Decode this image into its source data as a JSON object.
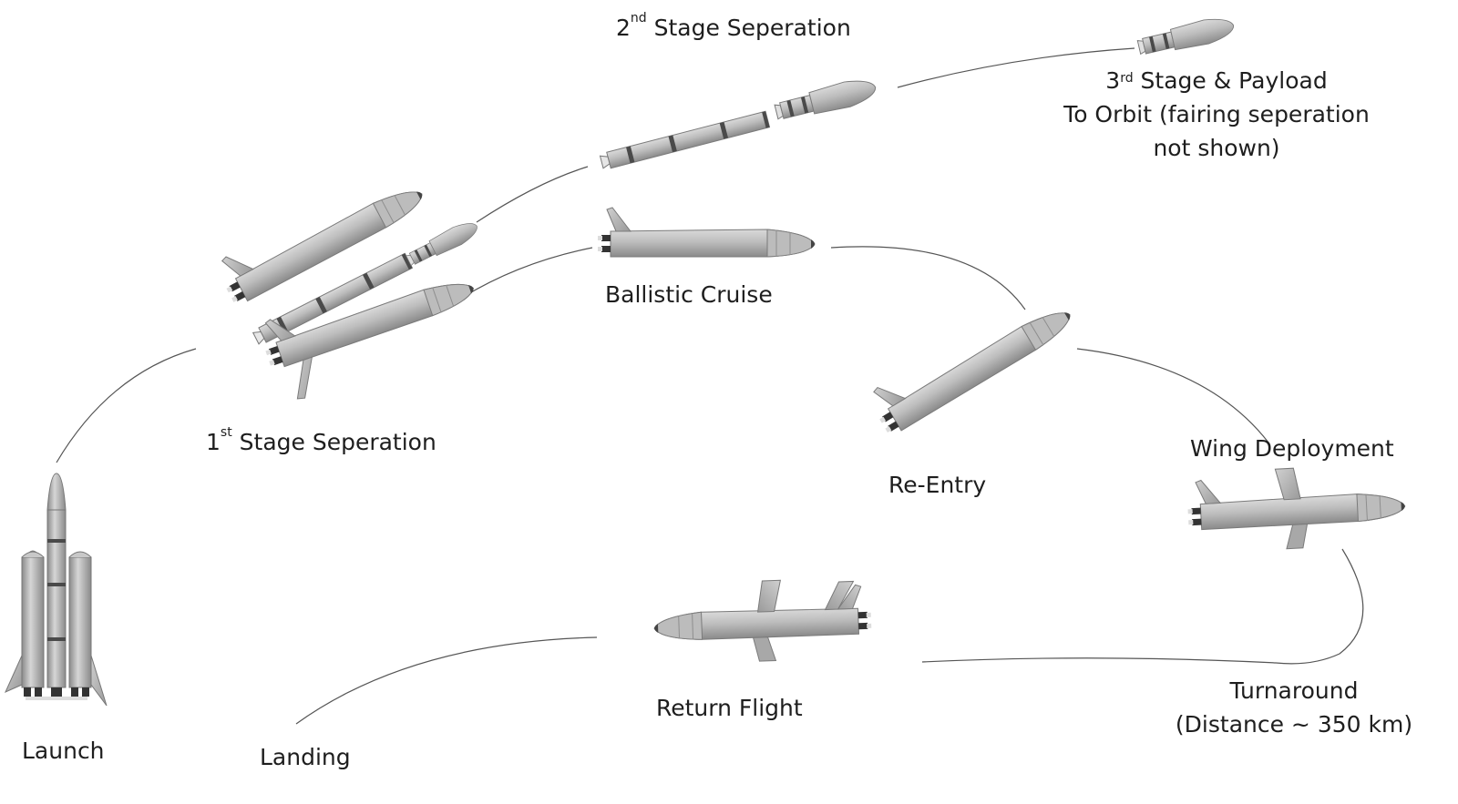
{
  "labels": {
    "launch": "Launch",
    "stage1_num": "1",
    "stage1_sup": "st",
    "stage1_rest": " Stage Seperation",
    "stage2_num": "2",
    "stage2_sup": "nd",
    "stage2_rest": " Stage Seperation",
    "stage3_num": "3",
    "stage3_sup": "rd",
    "stage3_rest": " Stage & Payload",
    "stage3_line2": "To Orbit (fairing seperation",
    "stage3_line3": "not shown)",
    "ballistic": "Ballistic Cruise",
    "reentry": "Re-Entry",
    "wing": "Wing Deployment",
    "turnaround_line1": "Turnaround",
    "turnaround_line2": "(Distance ~ 350 km)",
    "return_flight": "Return Flight",
    "landing": "Landing"
  },
  "colors": {
    "body": "#b4b4b4",
    "body_dark": "#8c8c8c",
    "body_light": "#d2d2d2",
    "band": "#4a4a4a",
    "nozzle": "#2a2a2a",
    "trajectory": "#555555"
  }
}
